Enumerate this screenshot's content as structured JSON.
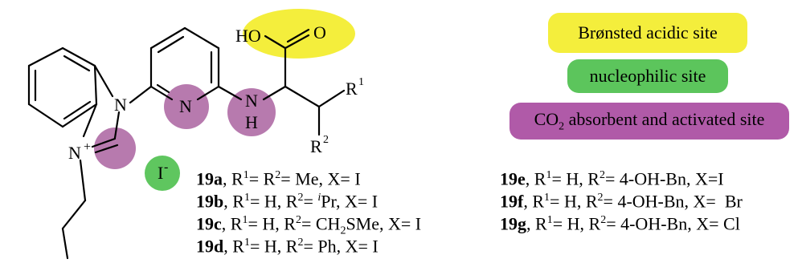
{
  "colors": {
    "acid": "#f4ee3c",
    "nucleophile": "#5cc55c",
    "co2": "#b05aa8",
    "circle_purple": "#b77aae",
    "iodide": "#5fc65f"
  },
  "atoms": {
    "oh": "HO",
    "o": "O",
    "n_imidazole": "N",
    "n_plus": "N",
    "plus": "+",
    "n_pyridine": "N",
    "n_amine": "N",
    "h_amine": "H",
    "r1": "R",
    "r1_sup": "1",
    "r2": "R",
    "r2_sup": "2",
    "iodide": "I",
    "iodide_charge": "-"
  },
  "legend": {
    "acid": "Brønsted acidic site",
    "nucleophile": "nucleophilic site",
    "co2_prefix": "CO",
    "co2_sub": "2",
    "co2_suffix": " absorbent and activated site"
  },
  "compounds": [
    {
      "id": "19a",
      "r1": "Me",
      "r2": "Me",
      "x": "I"
    },
    {
      "id": "19b",
      "r1": "H",
      "r2_prefix": "i",
      "r2": "Pr",
      "x": "I"
    },
    {
      "id": "19c",
      "r1": "H",
      "r2": "CH",
      "r2_sub": "2",
      "r2_suffix": "SMe",
      "x": "I"
    },
    {
      "id": "19d",
      "r1": "H",
      "r2": "Ph",
      "x": "I"
    },
    {
      "id": "19e",
      "r1": "H",
      "r2": "4-OH-Bn",
      "x": "I"
    },
    {
      "id": "19f",
      "r1": "H",
      "r2": "4-OH-Bn",
      "x": "Br"
    },
    {
      "id": "19g",
      "r1": "H",
      "r2": "4-OH-Bn",
      "x": "Cl"
    }
  ],
  "text": {
    "r1_label": "R",
    "r1_num": "1",
    "r2_label": "R",
    "r2_num": "2",
    "eq": "= ",
    "sep": ", ",
    "x_label": "X= "
  }
}
